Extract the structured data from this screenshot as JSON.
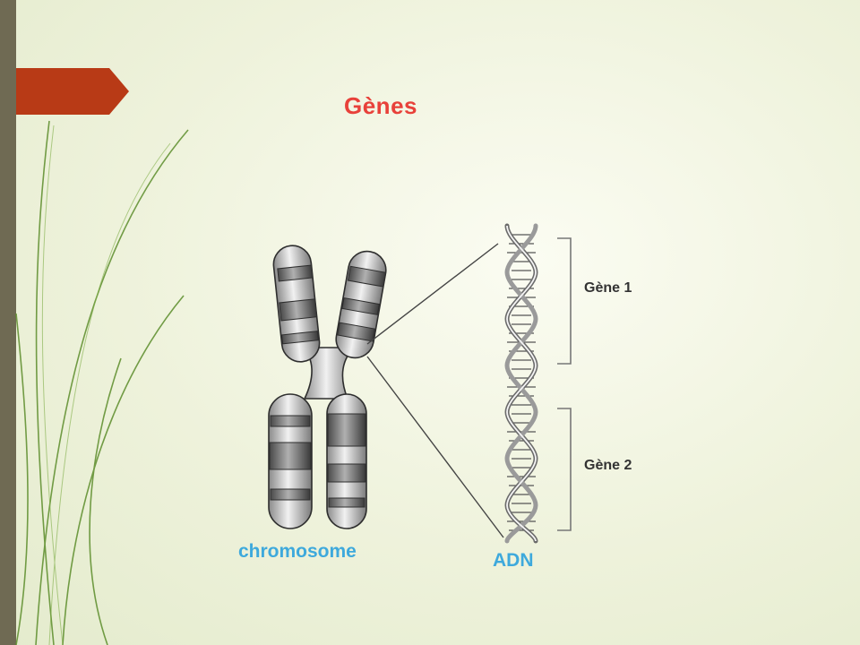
{
  "slide": {
    "title": "Gènes",
    "colors": {
      "left_bar": "#6f6a53",
      "accent_tab": "#b83a16",
      "title": "#e8413a",
      "labels": "#3ea9dc",
      "decor_lines": "#5c8d2b"
    }
  },
  "diagram": {
    "chromosome_label": "chromosome",
    "dna_label": "ADN",
    "genes": [
      {
        "label": "Gène 1"
      },
      {
        "label": "Gène 2"
      }
    ]
  }
}
